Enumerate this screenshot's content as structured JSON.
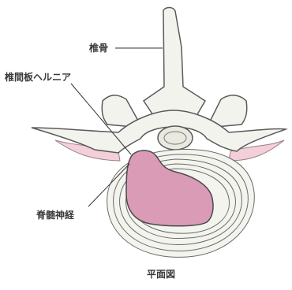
{
  "labels": {
    "vertebra": "椎骨",
    "disc_herniation": "椎間板ヘルニア",
    "spinal_nerve": "脊髄神経",
    "view": "平面図"
  }
}
